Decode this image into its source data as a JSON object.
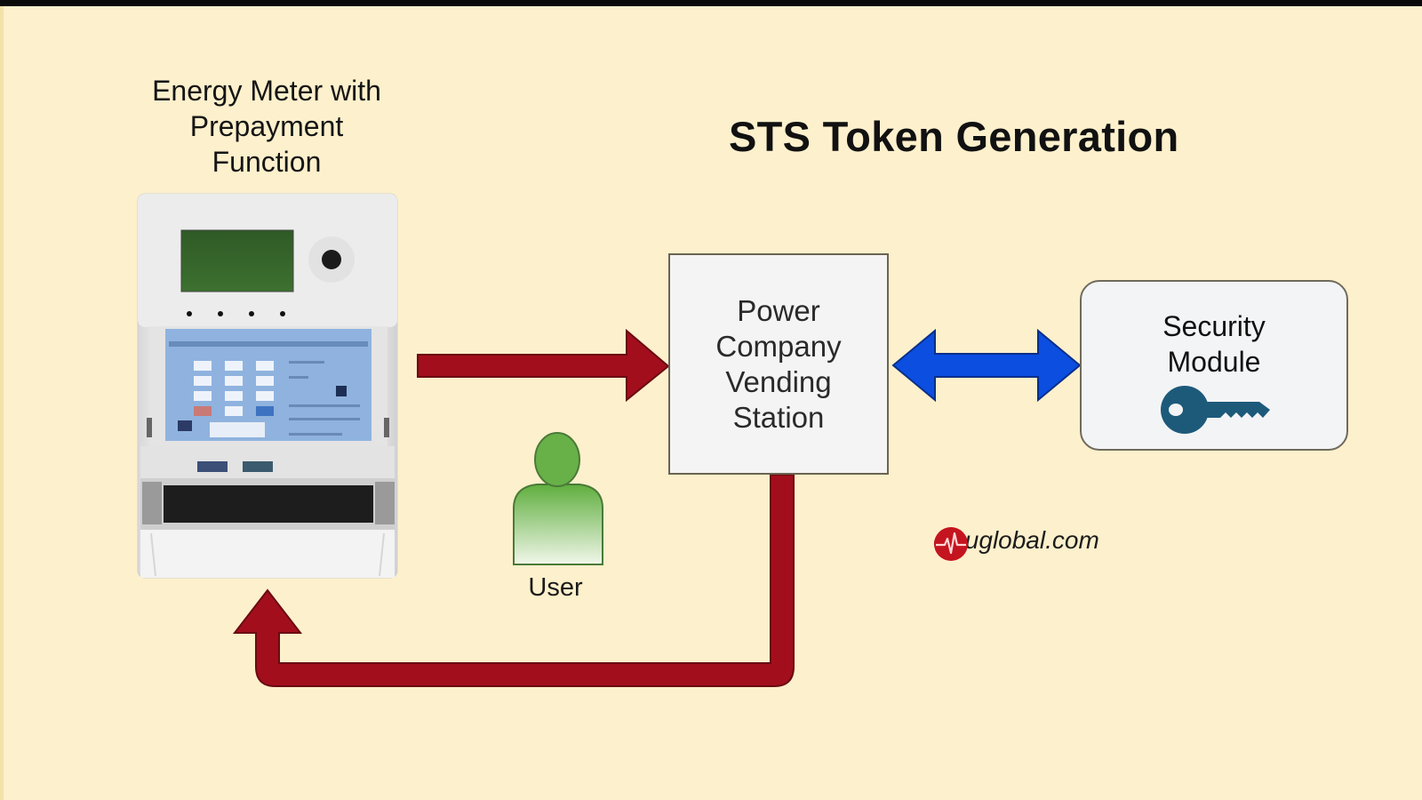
{
  "diagram": {
    "title": "STS Token Generation",
    "colors": {
      "background": "#fdf0cc",
      "flow_arrow": "#a30e1c",
      "exchange_arrow": "#0b4ee0",
      "key_icon": "#1d5a7a",
      "user_icon": "#6ab04a",
      "brand_logo": "#c4141f"
    },
    "nodes": {
      "meter": {
        "label_lines": [
          "Energy Meter with",
          "Prepayment",
          "Function"
        ],
        "image": "prepayment-energy-meter"
      },
      "vending_station": {
        "label_lines": [
          "Power",
          "Company",
          "Vending",
          "Station"
        ]
      },
      "security_module": {
        "label_lines": [
          "Security",
          "Module"
        ],
        "icon": "key-icon"
      },
      "user": {
        "label": "User",
        "icon": "user-icon"
      }
    },
    "edges": [
      {
        "from": "meter",
        "to": "vending_station",
        "style": "red-arrow"
      },
      {
        "from": "vending_station",
        "to": "security_module",
        "style": "blue-double-arrow",
        "bidirectional": true
      },
      {
        "from": "vending_station",
        "to": "meter",
        "style": "red-elbow-arrow"
      }
    ],
    "watermark": {
      "text": "clouglobal.com",
      "icon": "pulse-logo-icon"
    }
  }
}
